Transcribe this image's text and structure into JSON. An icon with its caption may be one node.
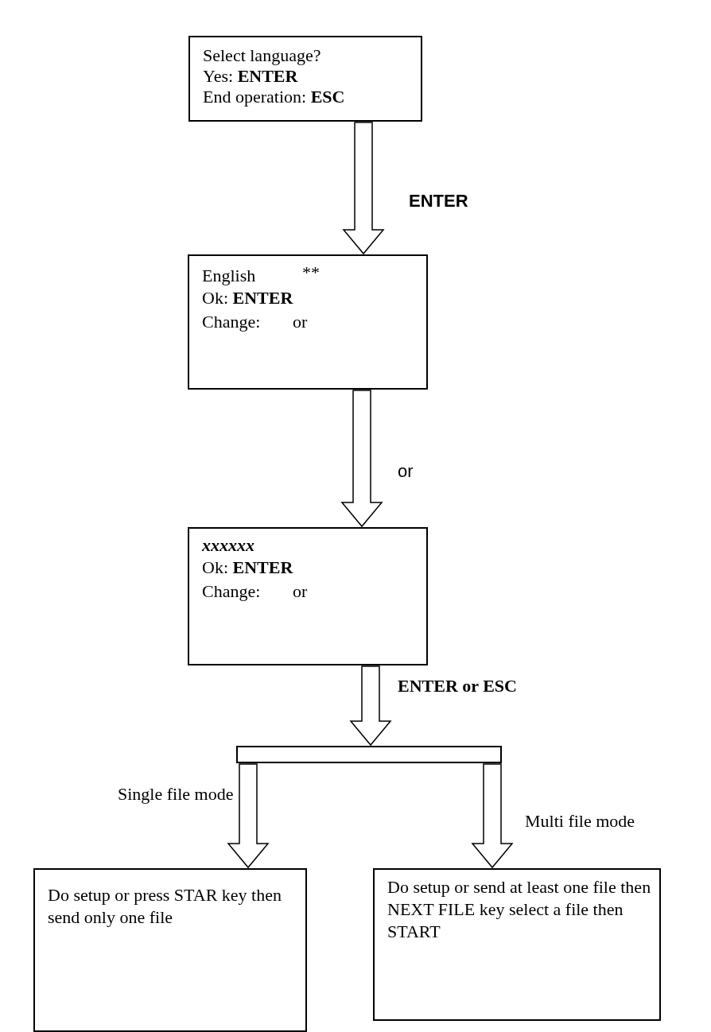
{
  "diagram": {
    "nodes": [
      {
        "text": [
          "Select language?",
          "Yes: **ENTER**",
          "End operation: **ESC**"
        ]
      },
      {
        "text": [
          "English",
          "**",
          "Ok: **ENTER**",
          "Change:",
          "or"
        ]
      },
      {
        "text": [
          "xxxxxx",
          "Ok: **ENTER**",
          "Change:",
          "or"
        ]
      },
      {
        "text": [],
        "shape": "bar"
      },
      {
        "text": [
          "Do setup or press STAR key then send only one file"
        ]
      },
      {
        "text": [
          "Do setup or send at least one file then NEXT FILE key select a file then START"
        ]
      }
    ],
    "edges": [
      {
        "from": 0,
        "to": 1,
        "arrow": "to",
        "label": "ENTER"
      },
      {
        "from": 1,
        "to": 2,
        "arrow": "to",
        "label": "or"
      },
      {
        "from": 2,
        "to": 3,
        "arrow": "to",
        "label": "ENTER or ESC"
      },
      {
        "from": 3,
        "to": 4,
        "arrow": "to",
        "label": "Single file mode"
      },
      {
        "from": 3,
        "to": 5,
        "arrow": "to",
        "label": "Multi file mode"
      }
    ]
  }
}
